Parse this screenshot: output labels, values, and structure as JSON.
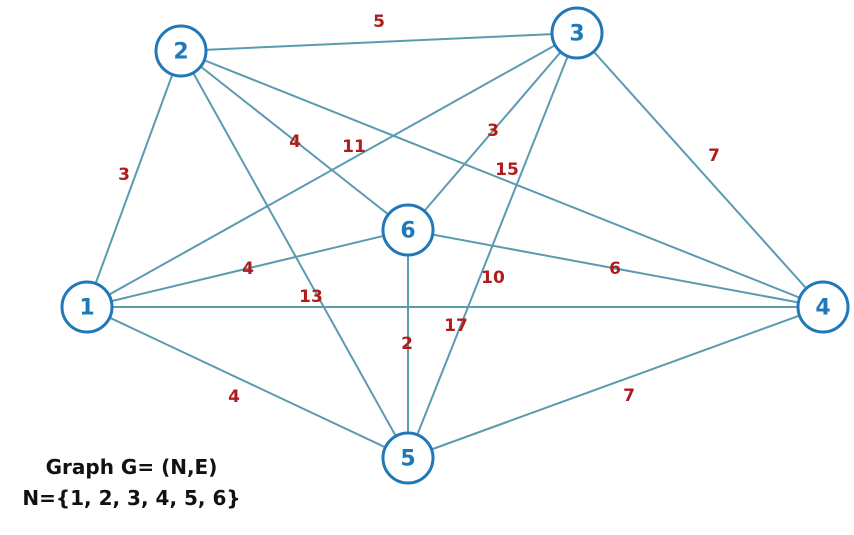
{
  "nodes": [
    {
      "id": "1",
      "label": "1"
    },
    {
      "id": "2",
      "label": "2"
    },
    {
      "id": "3",
      "label": "3"
    },
    {
      "id": "4",
      "label": "4"
    },
    {
      "id": "5",
      "label": "5"
    },
    {
      "id": "6",
      "label": "6"
    }
  ],
  "edges": [
    {
      "from": "2",
      "to": "3",
      "weight": "5"
    },
    {
      "from": "2",
      "to": "1",
      "weight": "3"
    },
    {
      "from": "2",
      "to": "6",
      "weight": "4"
    },
    {
      "from": "2",
      "to": "5",
      "weight": "13"
    },
    {
      "from": "2",
      "to": "4",
      "weight": "15"
    },
    {
      "from": "3",
      "to": "1",
      "weight": "11"
    },
    {
      "from": "3",
      "to": "6",
      "weight": "3"
    },
    {
      "from": "3",
      "to": "5",
      "weight": "10"
    },
    {
      "from": "3",
      "to": "4",
      "weight": "7"
    },
    {
      "from": "1",
      "to": "6",
      "weight": "4"
    },
    {
      "from": "1",
      "to": "4",
      "weight": "17"
    },
    {
      "from": "1",
      "to": "5",
      "weight": "4"
    },
    {
      "from": "6",
      "to": "4",
      "weight": "6"
    },
    {
      "from": "6",
      "to": "5",
      "weight": "2"
    },
    {
      "from": "5",
      "to": "4",
      "weight": "7"
    }
  ],
  "caption": {
    "line1": "Graph G= (N,E)",
    "line2": "N={1, 2, 3, 4, 5, 6}"
  },
  "colors": {
    "node_stroke": "#1f78b8",
    "node_label": "#1f78b8",
    "edge": "#5a9bb0",
    "weight_label": "#b01c1c",
    "caption_text": "#111111"
  }
}
